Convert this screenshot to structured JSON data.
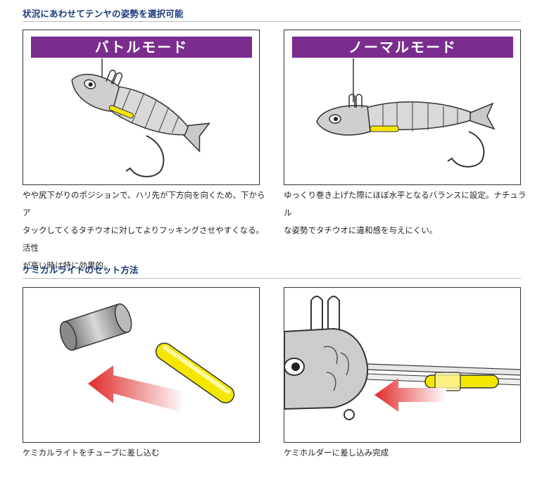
{
  "section1": {
    "title": "状況にあわせてテンヤの姿勢を選択可能",
    "battle": {
      "label": "バトルモード",
      "caption_lines": [
        "やや尻下がりのポジションで、ハリ先が下方向を向くため、下からア",
        "タックしてくるタチウオに対してよりフッキングさせやすくなる。活性",
        "が高い時は特に効果的。"
      ]
    },
    "normal": {
      "label": "ノーマルモード",
      "caption_lines": [
        "ゆっくり巻き上げた際にほぼ水平となるバランスに設定。ナチュラル",
        "な姿勢でタチウオに違和感を与えにくい。"
      ]
    }
  },
  "section2": {
    "title": "ケミカルライトのセット方法",
    "step1": {
      "caption": "ケミカルライトをチューブに差し込む"
    },
    "step2": {
      "caption": "ケミホルダーに差し込み完成"
    }
  },
  "colors": {
    "title_blue": "#1a3a7a",
    "banner_purple": "#7a2d8f",
    "chem_yellow": "#f5e600",
    "arrow_red": "#e02a2a"
  }
}
